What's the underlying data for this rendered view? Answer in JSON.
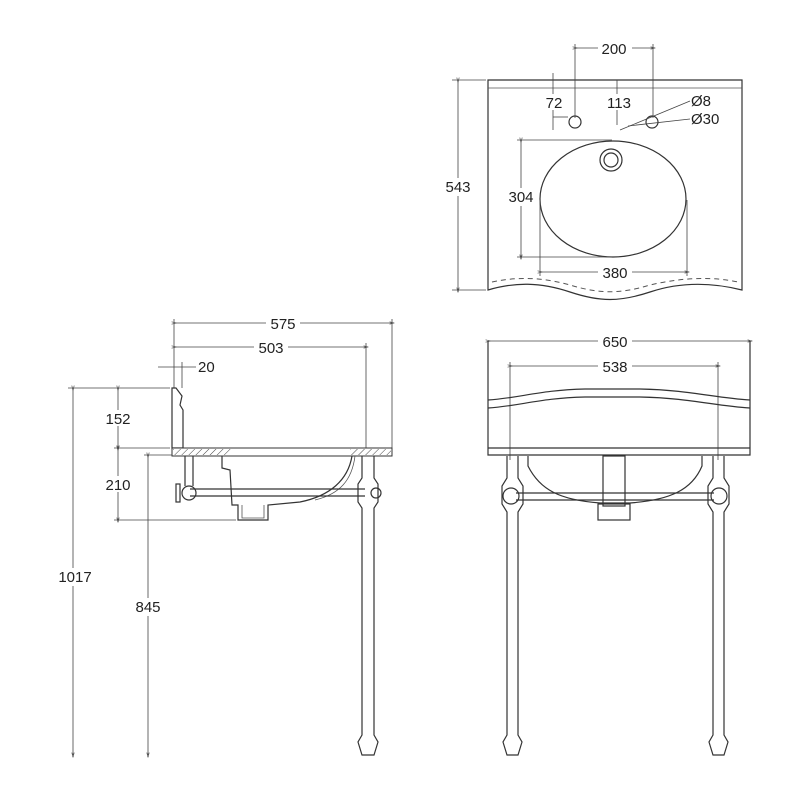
{
  "drawing": {
    "plan_view": {
      "overall_depth": "543",
      "tap_centres": "200",
      "tap_hole_setback": "72",
      "waste_setback": "113",
      "small_hole_diameter": "Ø8",
      "tap_hole_diameter": "Ø30",
      "bowl_depth": "304",
      "bowl_width": "380"
    },
    "side_view": {
      "overall_depth": "575",
      "leg_depth": "503",
      "upstand_thickness": "20",
      "upstand_height": "152",
      "bowl_drop": "210",
      "overall_height": "1017",
      "rim_height": "845"
    },
    "front_view": {
      "overall_width": "650",
      "leg_centres": "538"
    }
  }
}
